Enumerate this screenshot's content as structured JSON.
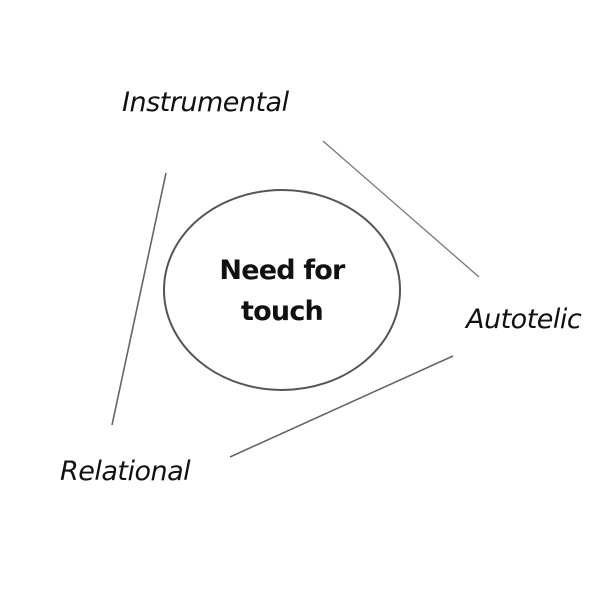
{
  "diagram": {
    "center": {
      "line1": "Need for",
      "line2": "touch"
    },
    "nodes": [
      {
        "id": "instrumental",
        "label": "Instrumental"
      },
      {
        "id": "autotelic",
        "label": "Autotelic"
      },
      {
        "id": "relational",
        "label": "Relational"
      }
    ],
    "colors": {
      "text": "#111111",
      "ellipse_stroke": "#555555",
      "line_stroke": "#666666",
      "background": "#ffffff"
    }
  }
}
